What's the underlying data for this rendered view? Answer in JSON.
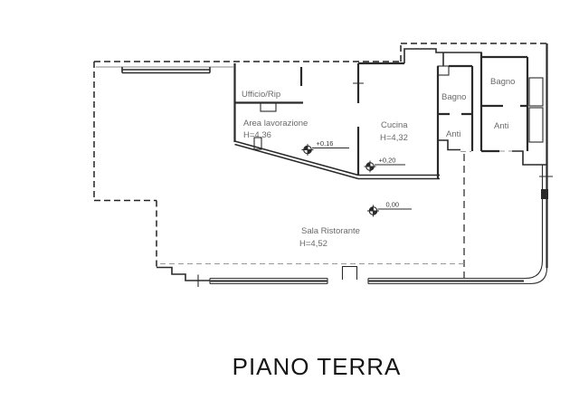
{
  "title": "PIANO TERRA",
  "rooms": {
    "ufficio": {
      "label": "Ufficio/Rip"
    },
    "area_lavorazione": {
      "label": "Area lavorazione",
      "height": "H=4,36"
    },
    "cucina": {
      "label": "Cucina",
      "height": "H=4,32"
    },
    "bagno_1": {
      "label": "Bagno"
    },
    "anti_1": {
      "label": "Anti"
    },
    "bagno_2": {
      "label": "Bagno"
    },
    "anti_2": {
      "label": "Anti"
    },
    "sala": {
      "label": "Sala Ristorante",
      "height": "H=4,52"
    }
  },
  "markers": [
    {
      "label": "+0,16"
    },
    {
      "label": "+0,20"
    },
    {
      "label": "0,00"
    }
  ],
  "colors": {
    "wall": "#2a2a2a",
    "label": "#6a6a6a",
    "glazing_band": "#4a4a4a",
    "boundary_dash": "#222222",
    "light_dash": "#999999",
    "background": "#ffffff"
  }
}
